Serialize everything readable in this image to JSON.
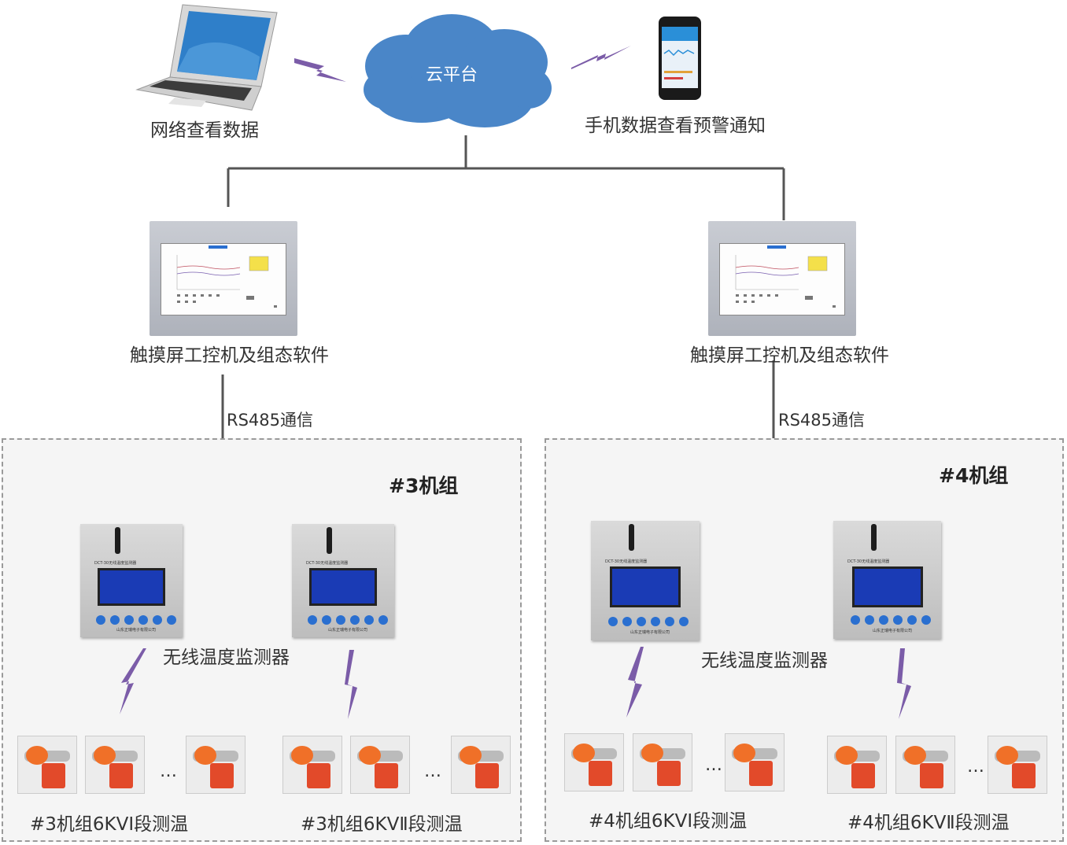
{
  "cloud": {
    "label": "云平台"
  },
  "laptop": {
    "label": "网络查看数据"
  },
  "phone": {
    "label": "手机数据查看预警通知"
  },
  "hmi_left": {
    "label": "触摸屏工控机及组态软件",
    "comm_label": "RS485通信"
  },
  "hmi_right": {
    "label": "触摸屏工控机及组态软件",
    "comm_label": "RS485通信"
  },
  "group3": {
    "title": "#3机组",
    "monitor_label": "无线温度监测器",
    "section1_label": "#3机组6KVⅠ段测温",
    "section2_label": "#3机组6KVⅡ段测温",
    "ellipsis": "…"
  },
  "group4": {
    "title": "#4机组",
    "monitor_label": "无线温度监测器",
    "section1_label": "#4机组6KVⅠ段测温",
    "section2_label": "#4机组6KVⅡ段测温",
    "ellipsis": "…"
  },
  "device": {
    "model_text": "DCT-30无线温度监测器",
    "maker_text": "山东正瑞电子有限公司"
  },
  "colors": {
    "cloud": "#4a86c8",
    "lightning": "#7b5ca8",
    "line": "#555555",
    "sensor": "#f07028",
    "monitor_screen": "#1a3bb5"
  }
}
